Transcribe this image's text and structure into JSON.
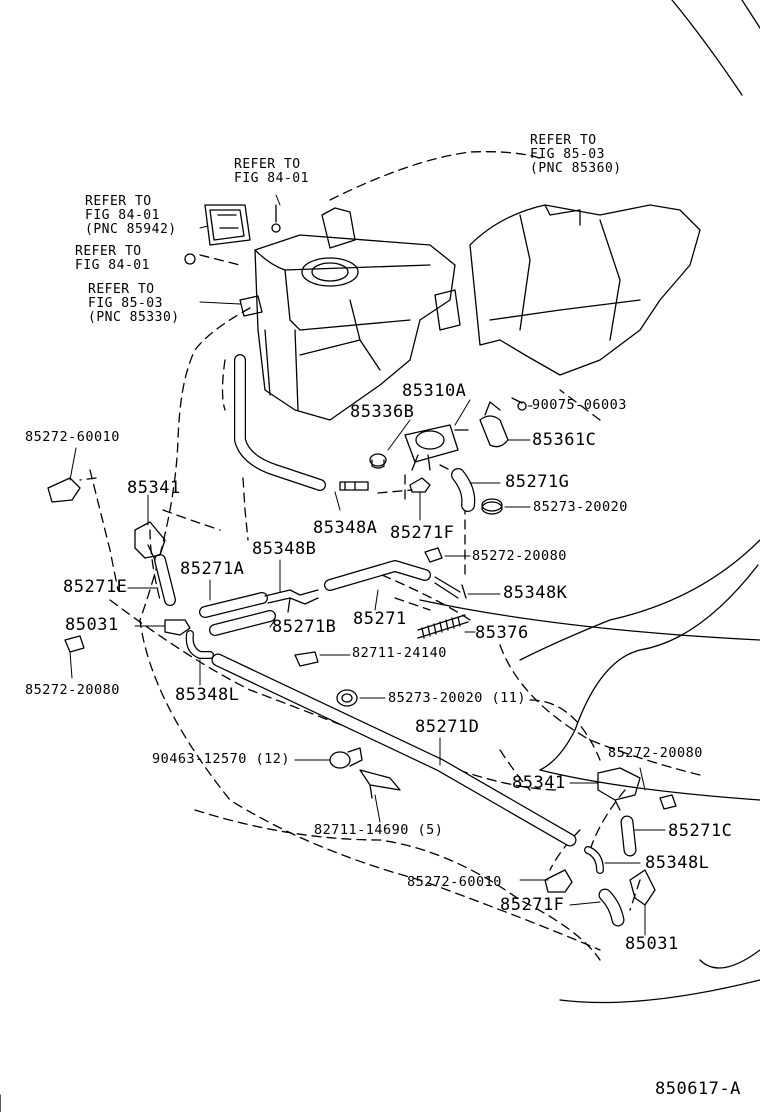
{
  "diagram_id": "850617-A",
  "refer_notes": {
    "fig_84_01_pnc_85942": [
      "REFER TO",
      "FIG 84-01",
      "(PNC 85942)"
    ],
    "fig_84_01_bolt": [
      "REFER TO",
      "FIG 84-01"
    ],
    "fig_84_01_nut": [
      "REFER TO",
      "FIG 84-01"
    ],
    "fig_85_03_pnc_85330": [
      "REFER TO",
      "FIG 85-03",
      "(PNC 85330)"
    ],
    "fig_85_03_pnc_85360": [
      "REFER TO",
      "FIG 85-03",
      "(PNC 85360)"
    ]
  },
  "parts": {
    "p85310A": "85310A",
    "p85336B": "85336B",
    "p90075_06003": "90075-06003",
    "p85361C": "85361C",
    "p85272_60010_top": "85272-60010",
    "p85341_left": "85341",
    "p85271G": "85271G",
    "p85273_20020": "85273-20020",
    "p85348A": "85348A",
    "p85271F_top": "85271F",
    "p85348B": "85348B",
    "p85272_20080_mid": "85272-20080",
    "p85271E": "85271E",
    "p85271A": "85271A",
    "p85348K": "85348K",
    "p85271": "85271",
    "p85031_left": "85031",
    "p85271B": "85271B",
    "p85376": "85376",
    "p82711_24140": "82711-24140",
    "p85272_20080_left": "85272-20080",
    "p85348L_left": "85348L",
    "p85273_20020_11": "85273-20020 (11)",
    "p85271D": "85271D",
    "p90463_12570_12": "90463-12570 (12)",
    "p85272_20080_right": "85272-20080",
    "p85341_right": "85341",
    "p85271C": "85271C",
    "p82711_14690_5": "82711-14690 (5)",
    "p85348L_right": "85348L",
    "p85272_60010_bottom": "85272-60010",
    "p85271F_bottom": "85271F",
    "p85031_right": "85031"
  }
}
